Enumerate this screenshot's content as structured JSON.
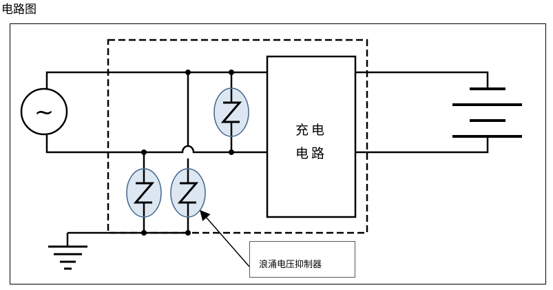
{
  "document": {
    "title": "电路图"
  },
  "diagram": {
    "charger_label_line1": "充电",
    "charger_label_line2": "电路",
    "callout_label": "浪涌电压抑制器",
    "ac_source_symbol": "~",
    "colors": {
      "wire": "#000000",
      "suppressor_fill": "#dce7f2",
      "suppressor_stroke": "#3f6388"
    }
  }
}
